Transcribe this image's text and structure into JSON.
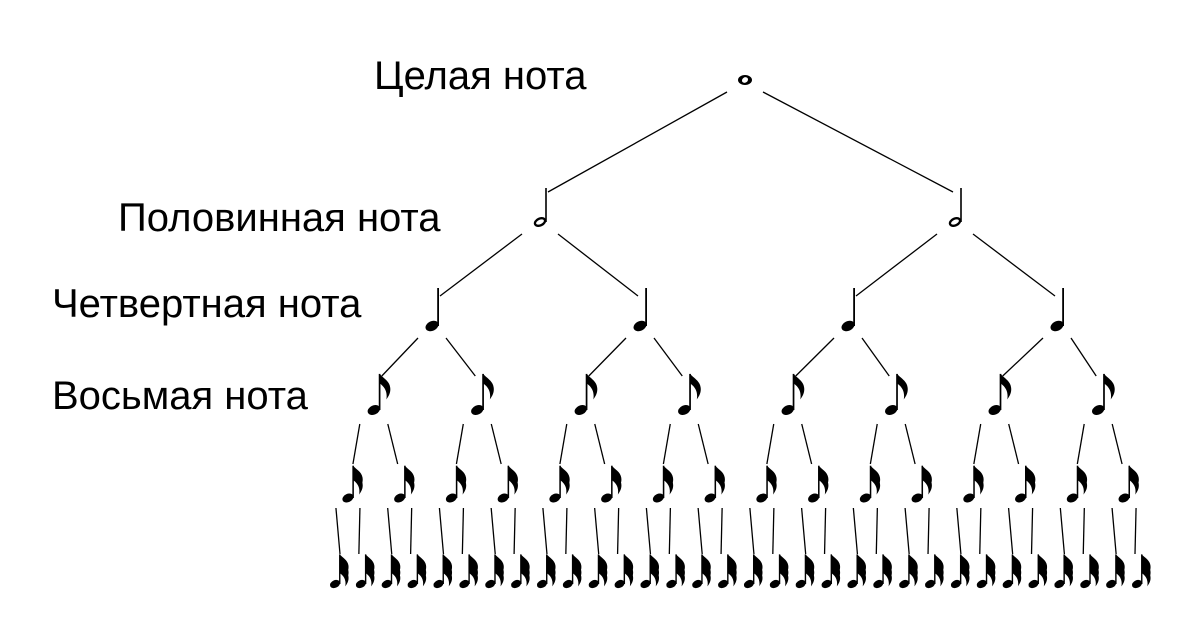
{
  "diagram": {
    "levels": [
      {
        "label": "Целая нота",
        "note": "whole"
      },
      {
        "label": "Половинная нота",
        "note": "half"
      },
      {
        "label": "Четвертная нота",
        "note": "quarter"
      },
      {
        "label": "Восьмая нота",
        "note": "eighth"
      },
      {
        "label": "",
        "note": "sixteenth"
      },
      {
        "label": "",
        "note": "thirty-second"
      }
    ],
    "branching": 2,
    "colors": {
      "ink": "#000000",
      "background": "#ffffff"
    }
  }
}
